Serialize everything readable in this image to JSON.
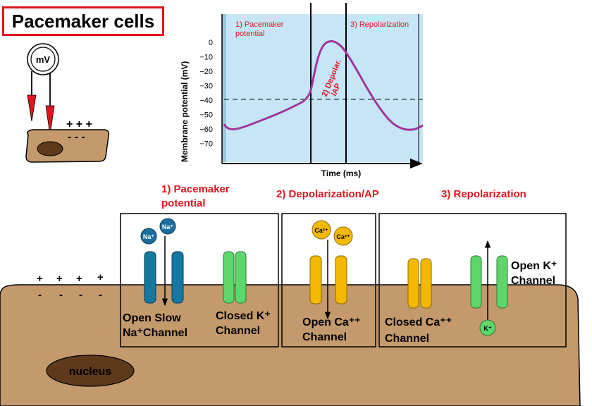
{
  "title": "Pacemaker cells",
  "meter_label": "mV",
  "top_cell_charges": {
    "plus": "+ + +",
    "minus": "- - -"
  },
  "graph": {
    "ylabel": "Membrane potential (mV)",
    "xlabel": "Time (ms)",
    "yticks": [
      "0",
      "−10",
      "−20",
      "−30",
      "−40",
      "−50",
      "−60",
      "−70"
    ],
    "phase1_label": [
      "1) Pacemaker",
      "potential"
    ],
    "phase2_label": [
      "2) Depolar.",
      "/AP"
    ],
    "phase3_label": "3) Repolarization",
    "colors": {
      "background": "#c6e6f6",
      "curve": "#a0359b",
      "label": "#e0161e"
    }
  },
  "phases": {
    "p1": [
      "1) Pacemaker",
      "potential"
    ],
    "p2": "2) Depolarization/AP",
    "p3": "3) Repolarization"
  },
  "cell": {
    "charges_plus": [
      "+",
      "+",
      "+",
      "+"
    ],
    "charges_minus": [
      "-",
      "-",
      "-",
      "-"
    ],
    "nucleus": "nucleus",
    "colors": {
      "body": "#c49a6c",
      "nucleus": "#5e3a1a"
    }
  },
  "box1": {
    "ion1": "Na⁺",
    "ion2": "Na⁺",
    "open_label": [
      "Open Slow",
      "Na⁺Channel"
    ],
    "closed_label": [
      "Closed K⁺",
      "Channel"
    ]
  },
  "box2": {
    "ion1": "Ca²⁺",
    "ion2": "Ca²⁺",
    "label": [
      "Open Ca⁺⁺",
      "Channel"
    ]
  },
  "box3": {
    "closed_label": [
      "Closed Ca⁺⁺",
      "Channel"
    ],
    "open_label": [
      "Open K⁺",
      "Channel"
    ],
    "ion": "K⁺"
  },
  "channel_colors": {
    "na": "#1478a0",
    "k": "#5ed66b",
    "ca": "#f5b800"
  }
}
